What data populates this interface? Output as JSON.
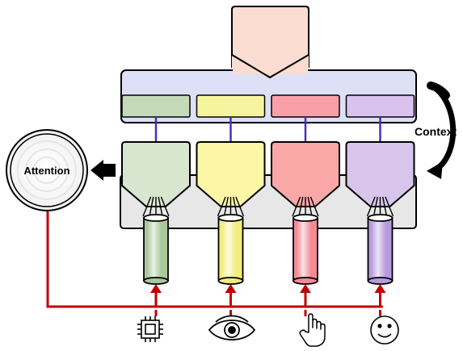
{
  "labels": {
    "attention": "Attention",
    "context": "Context"
  },
  "modules": [
    {
      "name": "green",
      "color": "#d8e6cf",
      "bar_color": "#c4d9b8",
      "tube_color": "#a9c79a"
    },
    {
      "name": "yellow",
      "color": "#fbf7a6",
      "bar_color": "#f7f4a0",
      "tube_color": "#f3ed7b"
    },
    {
      "name": "red",
      "color": "#f9a7a7",
      "bar_color": "#f9a0a6",
      "tube_color": "#f58a95"
    },
    {
      "name": "purple",
      "color": "#d8c5ec",
      "bar_color": "#d9c3ee",
      "tube_color": "#b89adf"
    }
  ],
  "sensor_icons": [
    "chip-icon",
    "eye-icon",
    "hand-icon",
    "smiley-icon"
  ],
  "colors": {
    "top_block": "#fbdcd0",
    "context_band": "#dee0f8",
    "pool": "#e7e7e7",
    "connector": "#4a2fb8",
    "red_lines": "#c00000"
  }
}
